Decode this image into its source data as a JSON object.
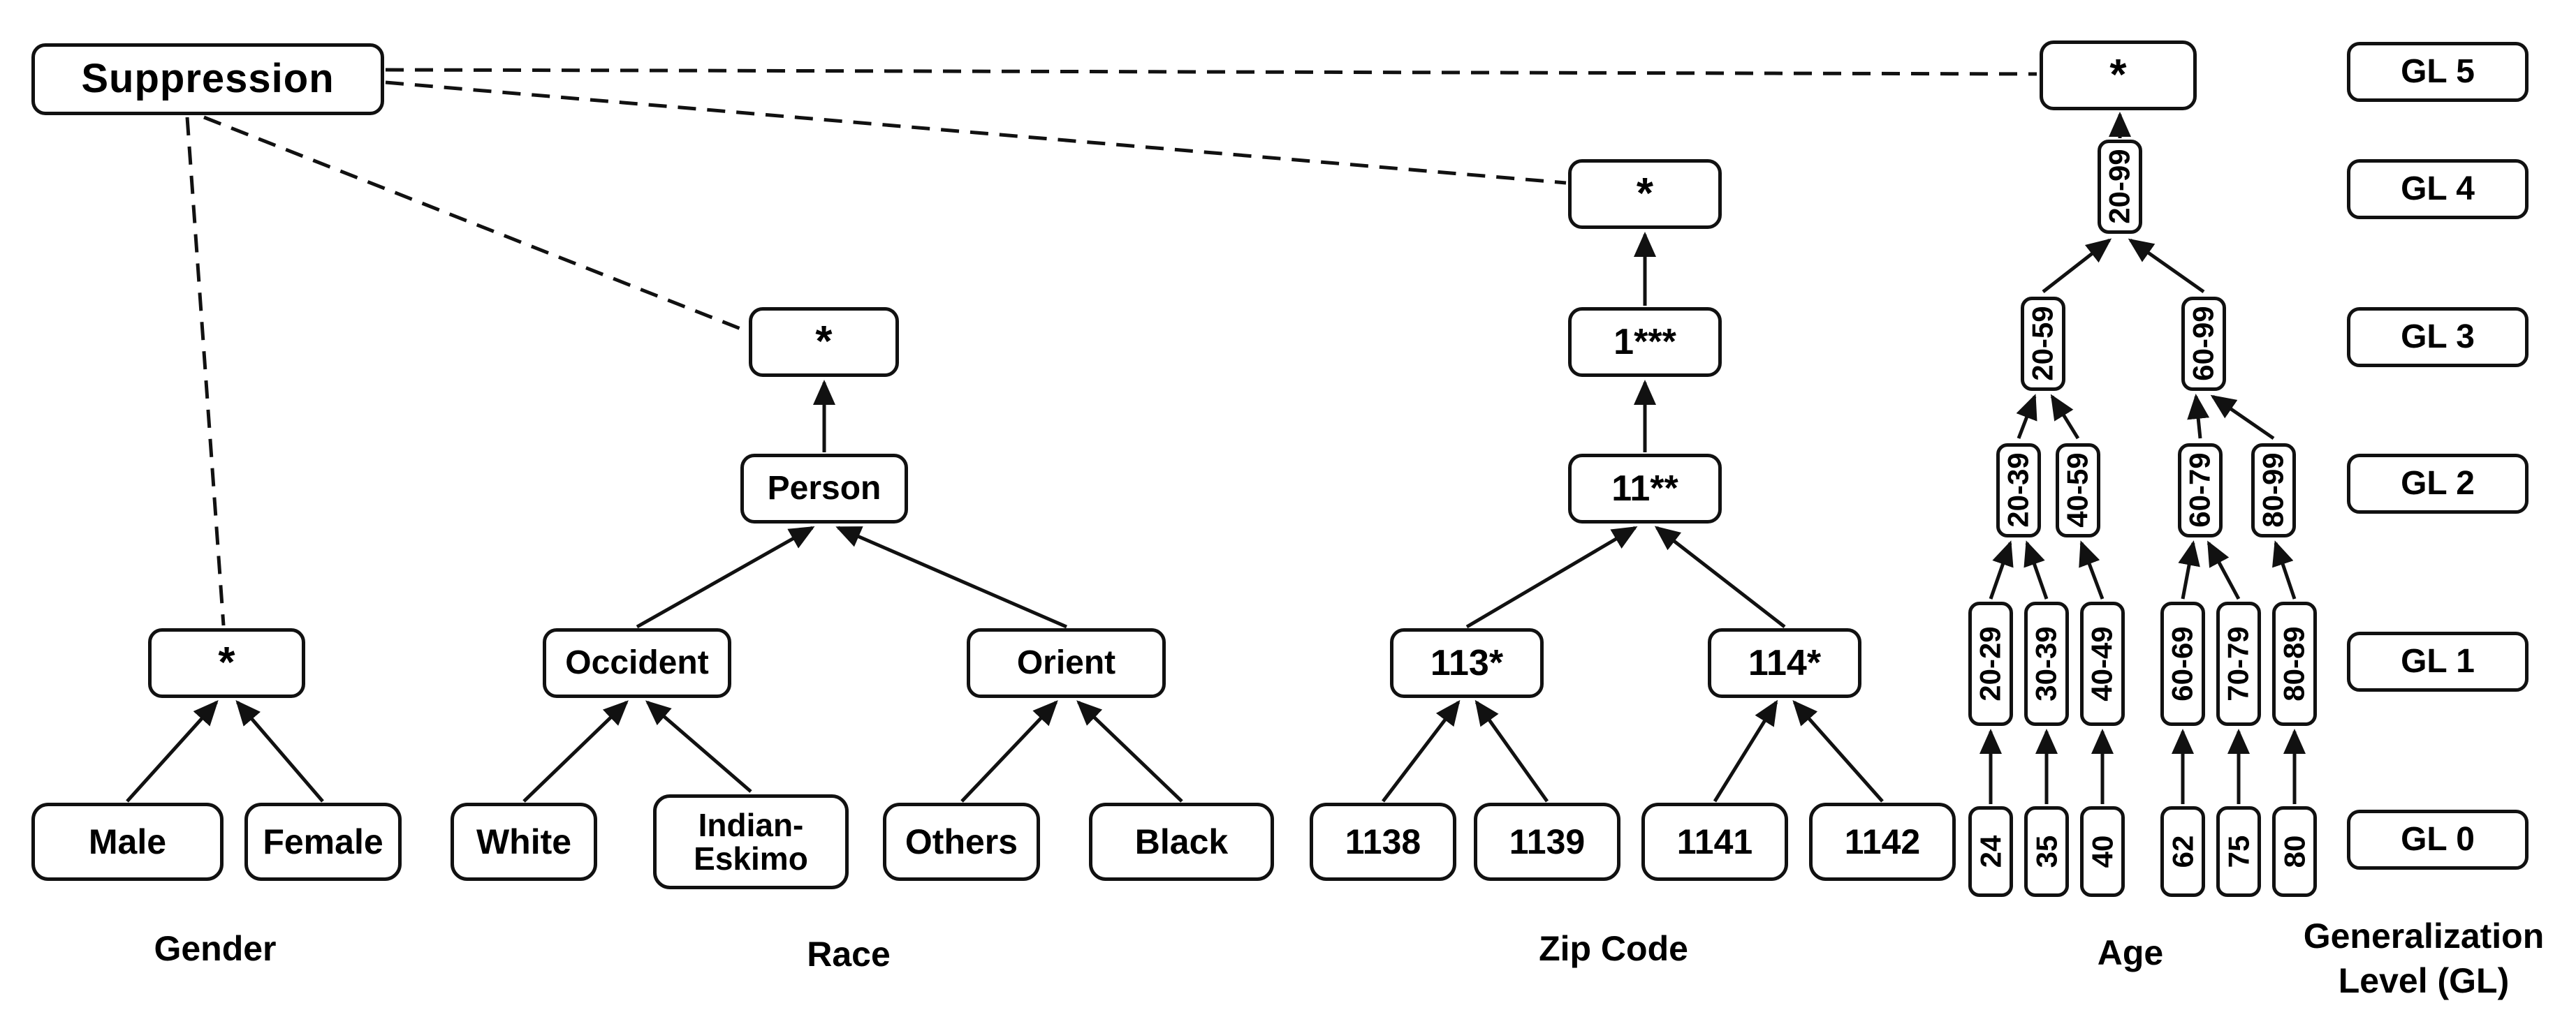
{
  "colors": {
    "stroke": "#111111",
    "background": "#ffffff",
    "text": "#000000"
  },
  "suppression_label": "Suppression",
  "gl_labels": [
    "GL 5",
    "GL 4",
    "GL 3",
    "GL 2",
    "GL 1",
    "GL 0"
  ],
  "footer": {
    "gender": "Gender",
    "race": "Race",
    "zip_code": "Zip Code",
    "age": "Age",
    "gl_line1": "Generalization",
    "gl_line2": "Level (GL)"
  },
  "gender_tree": {
    "root": "*",
    "leaves": [
      "Male",
      "Female"
    ]
  },
  "race_tree": {
    "root": "*",
    "person": "Person",
    "occident": "Occident",
    "orient": "Orient",
    "white": "White",
    "indian_eskimo": [
      "Indian-",
      "Eskimo"
    ],
    "others": "Others",
    "black": "Black"
  },
  "zip_tree": {
    "root": "*",
    "level3": "1***",
    "level2": "11**",
    "n113": "113*",
    "n114": "114*",
    "leaves": [
      "1138",
      "1139",
      "1141",
      "1142"
    ]
  },
  "age_tree": {
    "root": "*",
    "gl4": "20-99",
    "gl3": [
      "20-59",
      "60-99"
    ],
    "gl2": [
      "20-39",
      "40-59",
      "60-79",
      "80-99"
    ],
    "gl1": [
      "20-29",
      "30-39",
      "40-49",
      "60-69",
      "70-79",
      "80-89"
    ],
    "gl0": [
      "24",
      "35",
      "40",
      "62",
      "75",
      "80"
    ]
  }
}
